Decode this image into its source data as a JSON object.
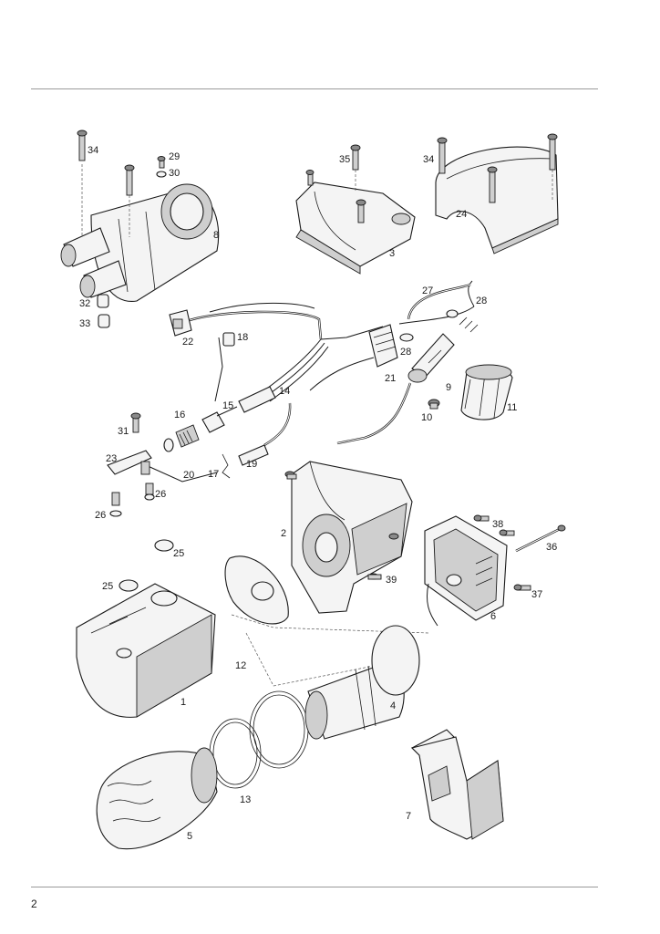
{
  "page": {
    "number": "2"
  },
  "callouts": [
    {
      "label": "1"
    },
    {
      "label": "2"
    },
    {
      "label": "3"
    },
    {
      "label": "4"
    },
    {
      "label": "5"
    },
    {
      "label": "6"
    },
    {
      "label": "7"
    },
    {
      "label": "8"
    },
    {
      "label": "9"
    },
    {
      "label": "10"
    },
    {
      "label": "11"
    },
    {
      "label": "12"
    },
    {
      "label": "13"
    },
    {
      "label": "14"
    },
    {
      "label": "15"
    },
    {
      "label": "16"
    },
    {
      "label": "17"
    },
    {
      "label": "18"
    },
    {
      "label": "19"
    },
    {
      "label": "20"
    },
    {
      "label": "21"
    },
    {
      "label": "22"
    },
    {
      "label": "23"
    },
    {
      "label": "24"
    },
    {
      "label": "25"
    },
    {
      "label": "25"
    },
    {
      "label": "26"
    },
    {
      "label": "26"
    },
    {
      "label": "27"
    },
    {
      "label": "28"
    },
    {
      "label": "28"
    },
    {
      "label": "29"
    },
    {
      "label": "30"
    },
    {
      "label": "31"
    },
    {
      "label": "32"
    },
    {
      "label": "33"
    },
    {
      "label": "34"
    },
    {
      "label": "34"
    },
    {
      "label": "35"
    },
    {
      "label": "36"
    },
    {
      "label": "37"
    },
    {
      "label": "38"
    },
    {
      "label": "39"
    }
  ]
}
